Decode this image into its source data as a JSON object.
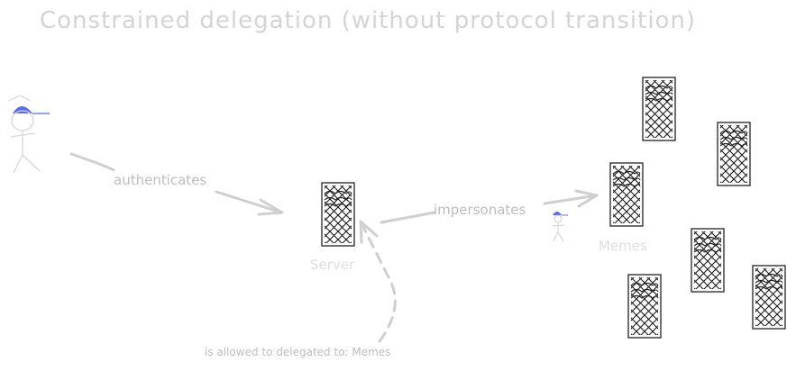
{
  "title": "Constrained delegation (without protocol transition)",
  "nodes": {
    "server": "Server",
    "memes": "Memes"
  },
  "edges": {
    "authenticates": "authenticates",
    "impersonates": "impersonates",
    "delegation": "is allowed to delegated to: Memes"
  },
  "icons": [
    "user-icon",
    "server-icon",
    "impersonated-user-icon"
  ],
  "colors": {
    "stroke": "#cfcfcf",
    "text": "#bdbdbd",
    "cap": "#5b6ee1",
    "server": "#111111"
  }
}
